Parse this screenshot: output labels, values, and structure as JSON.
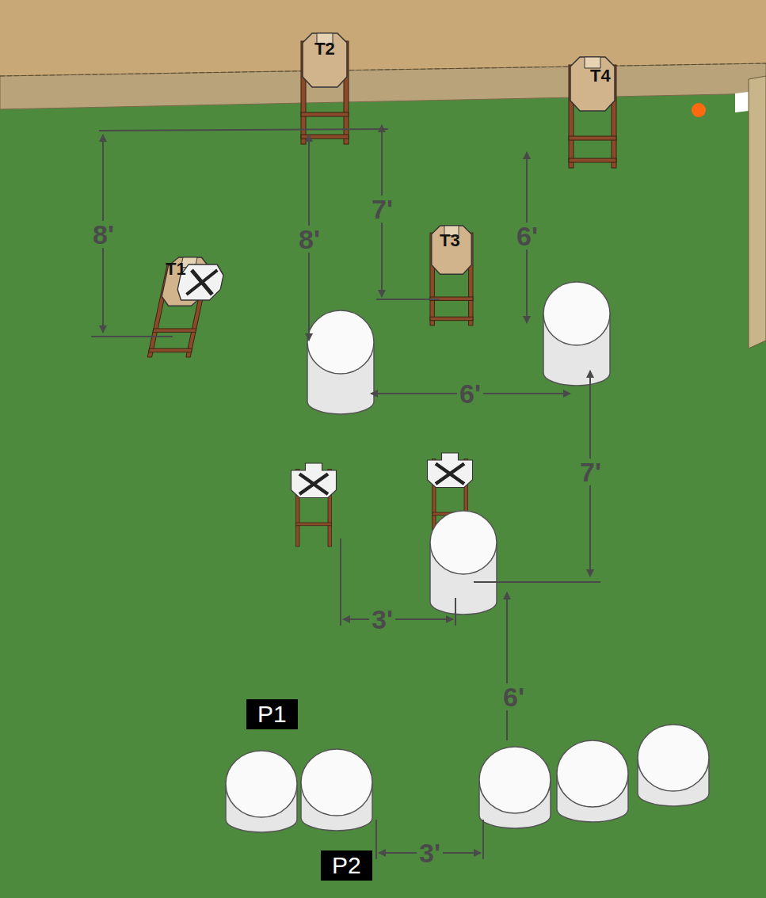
{
  "diagram": {
    "nodes": [
      {
        "text": [
          "T2"
        ]
      },
      {
        "text": [
          "T4"
        ]
      },
      {
        "text": [
          "T3"
        ]
      },
      {
        "text": [
          "T1"
        ]
      },
      {
        "text": [
          "P1"
        ]
      },
      {
        "text": [
          "P2"
        ]
      }
    ],
    "labels": [
      "8'",
      "8'",
      "7'",
      "6'",
      "6'",
      "7'",
      "3'",
      "6'",
      "3'"
    ]
  }
}
